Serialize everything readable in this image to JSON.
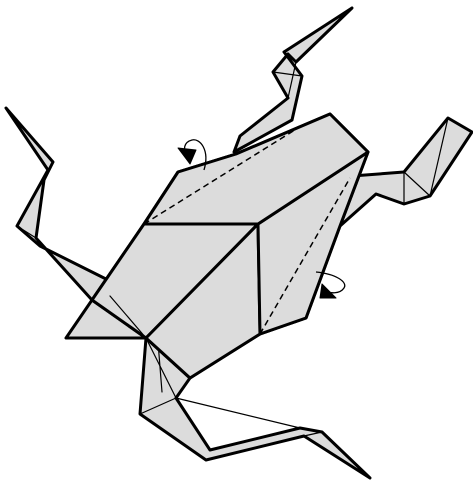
{
  "diagram": {
    "subject": "origami-beetle",
    "colors": {
      "paper_fill": "#dcdcdc",
      "line": "#000000",
      "background": "#ffffff"
    },
    "fold_arrows": [
      {
        "name": "turn-over-arrow-top",
        "icon": "curved-arrow-icon"
      },
      {
        "name": "turn-over-arrow-right",
        "icon": "curved-arrow-icon"
      }
    ]
  }
}
